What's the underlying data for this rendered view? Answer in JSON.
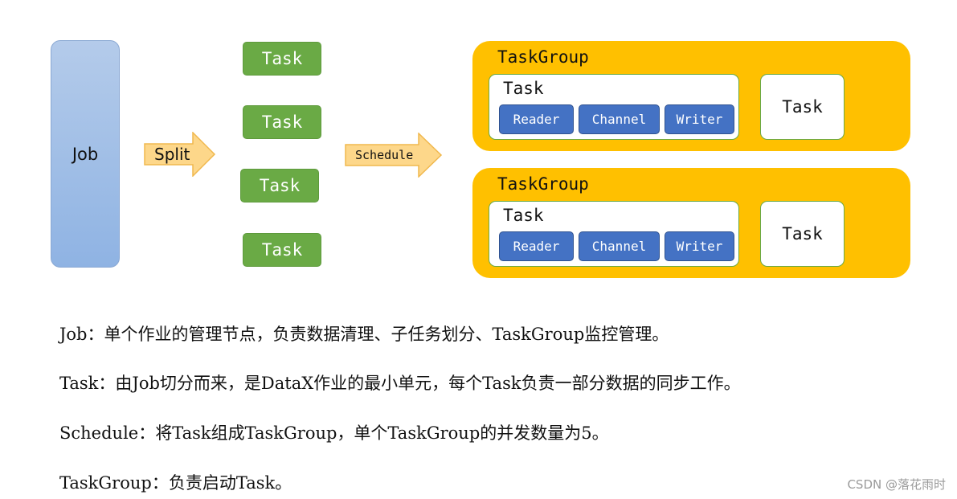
{
  "diagram": {
    "job_label": "Job",
    "split_label": "Split",
    "schedule_label": "Schedule",
    "split_tasks": [
      "Task",
      "Task",
      "Task",
      "Task"
    ],
    "task_groups": [
      {
        "title": "TaskGroup",
        "inner_task_title": "Task",
        "components": [
          "Reader",
          "Channel",
          "Writer"
        ],
        "side_task": "Task"
      },
      {
        "title": "TaskGroup",
        "inner_task_title": "Task",
        "components": [
          "Reader",
          "Channel",
          "Writer"
        ],
        "side_task": "Task"
      }
    ],
    "colors": {
      "job": "#9dbde6",
      "task": "#6aaa45",
      "taskgroup": "#ffc000",
      "component": "#4472c4",
      "arrow": "#fdd78a"
    }
  },
  "descriptions": [
    "Job：单个作业的管理节点，负责数据清理、子任务划分、TaskGroup监控管理。",
    "Task：由Job切分而来，是DataX作业的最小单元，每个Task负责一部分数据的同步工作。",
    "Schedule：将Task组成TaskGroup，单个TaskGroup的并发数量为5。",
    "TaskGroup：负责启动Task。"
  ],
  "watermark": "CSDN @落花雨时"
}
